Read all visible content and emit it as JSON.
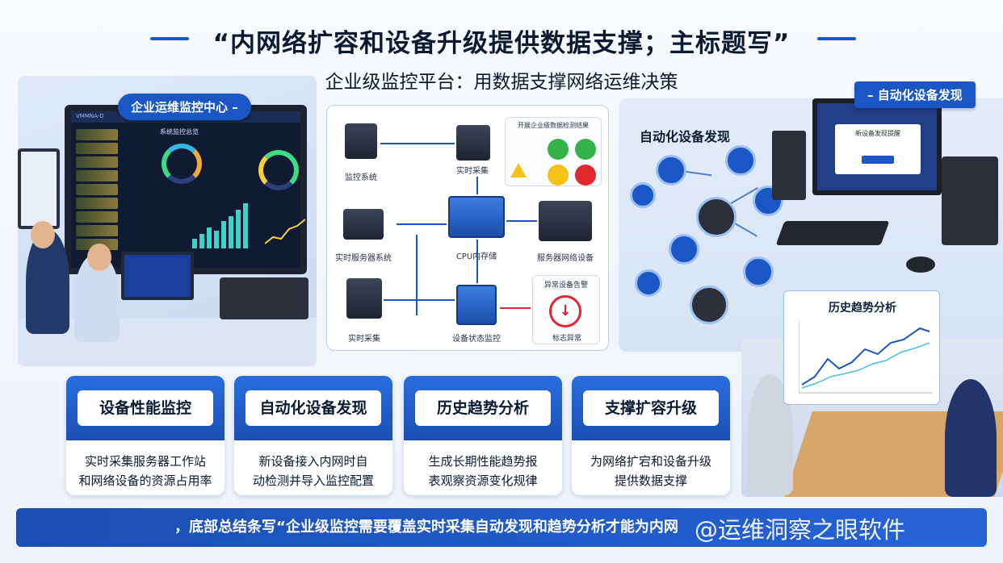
{
  "header": {
    "title": "“内网络扩容和设备升级提供数据支撑；主标题写”",
    "subtitle": "企业级监控平台：用数据支撑网络运维决策"
  },
  "left_panel": {
    "badge": "企业运维监控中心 –",
    "monitor_head": "VMMNA-D",
    "monitor_title": "系统监控总览"
  },
  "flow": {
    "nodes": {
      "monitor_system": "监控系统",
      "realtime_collect_top": "实时采集",
      "realtime_server_system": "实时服务器系统",
      "cpu_usage": "CPU内存储",
      "network_device": "服务器网络设备",
      "realtime_collect_bottom": "实时采集",
      "device_status_check": "设备状态监控",
      "anomaly_panel": "异常设备告警",
      "anomaly_label": "标志异常"
    },
    "status_panel_title": "开展企业级数据检测结果"
  },
  "right_panel": {
    "badge": "– 自动化设备发现",
    "discovery_title": "自动化设备发现",
    "window_dialog": "新设备发现提醒",
    "chart_title": "历史趋势分析"
  },
  "cards": [
    {
      "title": "设备性能监控",
      "desc_line1": "实时采集服务器工作站",
      "desc_line2": "和网络设备的资源占用率"
    },
    {
      "title": "自动化设备发现",
      "desc_line1": "新设备接入内网时自",
      "desc_line2": "动检测并导入监控配置"
    },
    {
      "title": "历史趋势分析",
      "desc_line1": "生成长期性能趋势报",
      "desc_line2": "表观察资源变化规律"
    },
    {
      "title": "支撑扩容升级",
      "desc_line1": "为网络扩宕和设备升级",
      "desc_line2": "提供数据支撑"
    }
  ],
  "footer": {
    "text": "，底部总结条写“企业级监控需要覆盖实时采集自动发现和趋势分析才能为内网",
    "watermark": "@运维洞察之眼软件"
  },
  "colors": {
    "primary": "#1a56c4",
    "dark": "#0b1a33",
    "accent_green": "#35b24a",
    "accent_red": "#e0282e",
    "accent_yellow": "#f4c31a"
  }
}
